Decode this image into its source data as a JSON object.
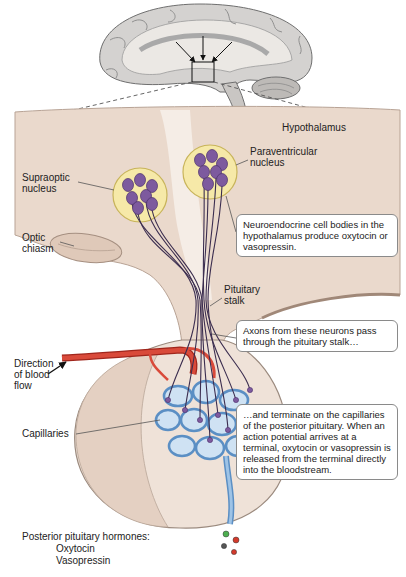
{
  "diagram": {
    "nodes": [
      {
        "text": [
          "Neuroendocrine cell bodies in the hypothalamus produce oxytocin or vasopressin."
        ]
      },
      {
        "text": [
          "Axons from these neurons pass through the pituitary stalk…"
        ]
      },
      {
        "text": [
          "…and terminate on the capillaries of the posterior pituitary. When an action potential arrives at a terminal, oxytocin or vasopressin is released from the terminal directly into the bloodstream."
        ]
      }
    ],
    "labels": [
      "Hypothalamus",
      "Supraoptic nucleus",
      "Paraventricular nucleus",
      "Optic chiasm",
      "Pituitary stalk",
      "Direction of blood flow",
      "Capillaries",
      "Posterior pituitary hormones:",
      "Oxytocin",
      "Vasopressin"
    ]
  }
}
